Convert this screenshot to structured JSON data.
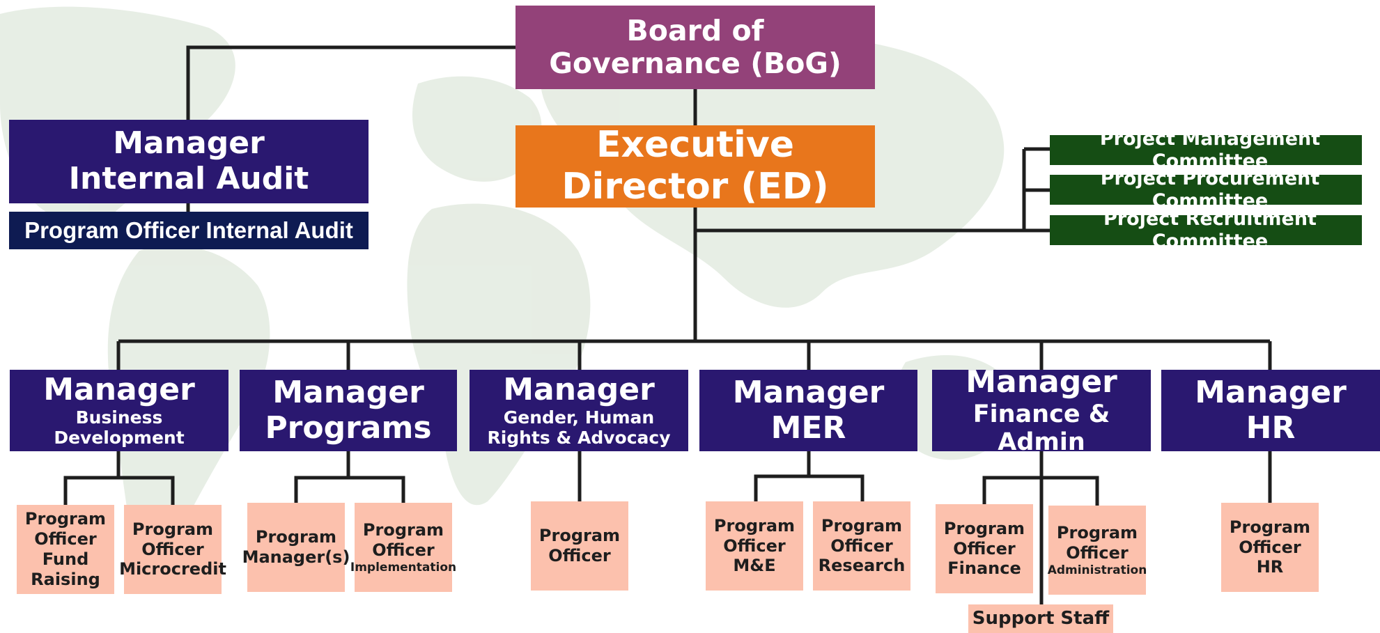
{
  "board": {
    "line1": "Board of",
    "line2": "Governance (BoG)"
  },
  "executive_director": {
    "label": "Executive Director (ED)"
  },
  "internal_audit": {
    "manager": {
      "line1": "Manager",
      "line2": "Internal Audit"
    },
    "program_officer": "Program Officer Internal Audit"
  },
  "committees": [
    "Project Management Committee",
    "Project Procurement Committee",
    "Project Recruitment Committee"
  ],
  "managers": {
    "business_development": {
      "title": "Manager",
      "subtitle": "Business Development",
      "officers": [
        {
          "lines": [
            "Program",
            "Officer",
            "Fund",
            "Raising"
          ]
        },
        {
          "lines": [
            "Program",
            "Officer",
            "Microcredit"
          ]
        }
      ]
    },
    "programs": {
      "title": "Manager",
      "subtitle": "Programs",
      "officers": [
        {
          "lines": [
            "Program",
            "Manager(s)"
          ]
        },
        {
          "lines": [
            "Program",
            "Officer"
          ],
          "small": "Implementation"
        }
      ]
    },
    "gender": {
      "title": "Manager",
      "subtitle_line1": "Gender, Human",
      "subtitle_line2": "Rights & Advocacy",
      "officers": [
        {
          "lines": [
            "Program",
            "Officer"
          ]
        }
      ]
    },
    "mer": {
      "title": "Manager",
      "subtitle": "MER",
      "officers": [
        {
          "lines": [
            "Program",
            "Officer",
            "M&E"
          ]
        },
        {
          "lines": [
            "Program",
            "Officer",
            "Research"
          ]
        }
      ]
    },
    "finance_admin": {
      "title": "Manager",
      "subtitle": "Finance & Admin",
      "officers": [
        {
          "lines": [
            "Program",
            "Officer",
            "Finance"
          ]
        },
        {
          "lines": [
            "Program",
            "Officer"
          ],
          "small": "Administration"
        }
      ],
      "support_staff": "Support Staff"
    },
    "hr": {
      "title": "Manager",
      "subtitle": "HR",
      "officers": [
        {
          "lines": [
            "Program",
            "Officer",
            "HR"
          ]
        }
      ]
    }
  }
}
